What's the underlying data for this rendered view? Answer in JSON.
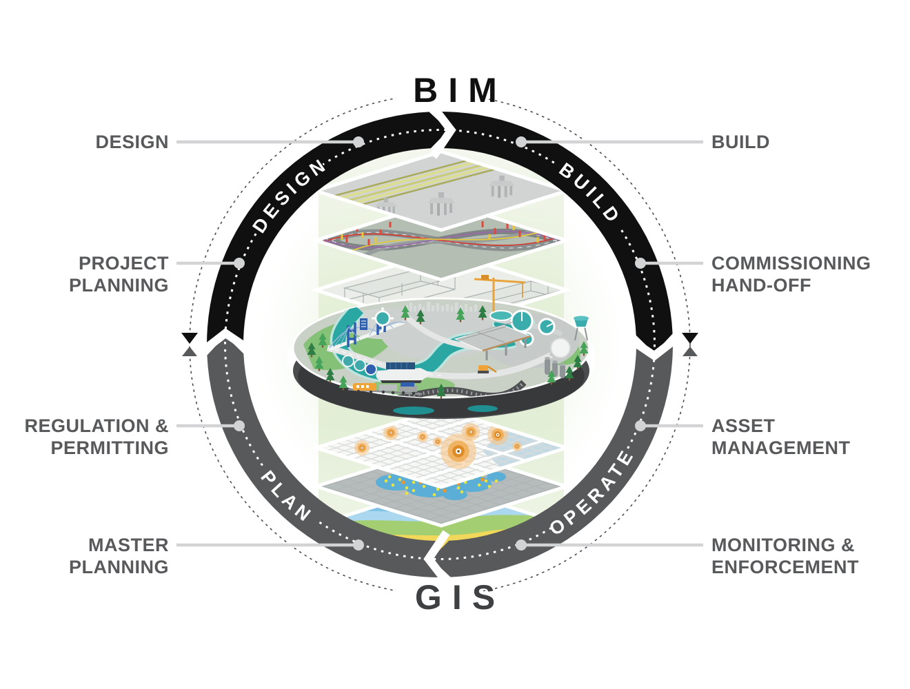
{
  "titles": {
    "bim": "BIM",
    "gis": "GIS"
  },
  "ring": {
    "design": "DESIGN",
    "build": "BUILD",
    "plan": "PLAN",
    "operate": "OPERATE"
  },
  "callouts": {
    "design": {
      "line1": "DESIGN",
      "line2": ""
    },
    "build": {
      "line1": "BUILD",
      "line2": ""
    },
    "project_planning": {
      "line1": "PROJECT",
      "line2": "PLANNING"
    },
    "commissioning": {
      "line1": "COMMISSIONING",
      "line2": "HAND-OFF"
    },
    "regulation": {
      "line1": "REGULATION &",
      "line2": "PERMITTING"
    },
    "asset": {
      "line1": "ASSET",
      "line2": "MANAGEMENT"
    },
    "master_planning": {
      "line1": "MASTER",
      "line2": "PLANNING"
    },
    "monitoring": {
      "line1": "MONITORING &",
      "line2": "ENFORCEMENT"
    }
  },
  "colors": {
    "bim_black": "#101010",
    "gis_gray": "#58595b",
    "title_gis": "#3f4042",
    "label_text": "#58595b",
    "connector_gray": "#d1d3d4",
    "dashed_circle": "#4b4b4d",
    "teal": "#2aa7a3",
    "orange": "#f0a437"
  },
  "illustration_layers": [
    "bridge-deck-plan",
    "utility-interchange-model",
    "building-frame-model",
    "city-island",
    "proportional-symbol-map",
    "point-density-map",
    "terrain-map"
  ]
}
